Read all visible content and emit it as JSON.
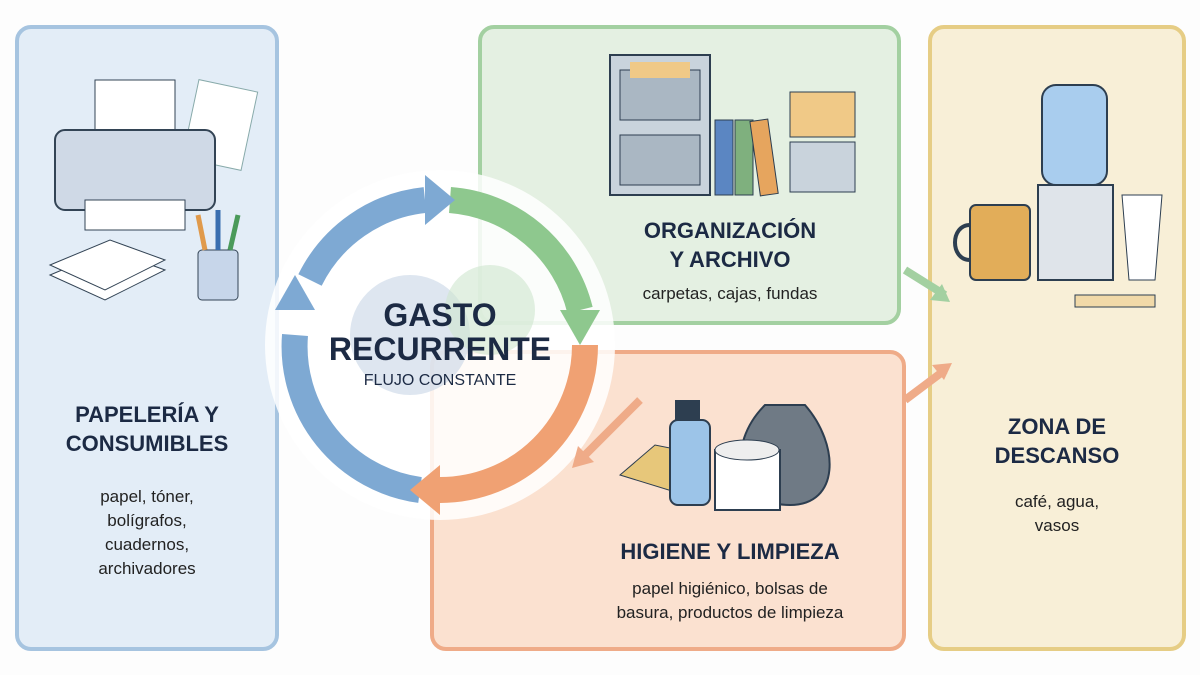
{
  "center": {
    "title_line1": "GASTO",
    "title_line2": "RECURRENTE",
    "subtitle": "FLUJO CONSTANTE"
  },
  "panels": {
    "stationery": {
      "title_line1": "PAPELERÍA Y",
      "title_line2": "CONSUMIBLES",
      "desc": [
        "papel, tóner,",
        "bolígrafos,",
        "cuadernos,",
        "archivadores"
      ],
      "color": "#a6c4e0"
    },
    "organization": {
      "title_line1": "ORGANIZACIÓN",
      "title_line2": "Y ARCHIVO",
      "desc": [
        "carpetas, cajas, fundas"
      ],
      "color": "#a3d0a1"
    },
    "hygiene": {
      "title_line1": "HIGIENE Y LIMPIEZA",
      "desc": [
        "papel higiénico, bolsas de",
        "basura, productos de limpieza"
      ],
      "color": "#efab88"
    },
    "break_area": {
      "title_line1": "ZONA DE",
      "title_line2": "DESCANSO",
      "desc": [
        "café, agua,",
        "vasos"
      ],
      "color": "#e6cd85"
    }
  },
  "icons": [
    "printer-icon",
    "pen-cup-icon",
    "filing-cabinet-icon",
    "binders-icon",
    "boxes-icon",
    "spray-bottle-icon",
    "toilet-paper-icon",
    "trash-bag-icon",
    "coffee-mug-icon",
    "water-cooler-icon",
    "cups-icon",
    "cycle-arrows-icon",
    "gear-icon"
  ]
}
